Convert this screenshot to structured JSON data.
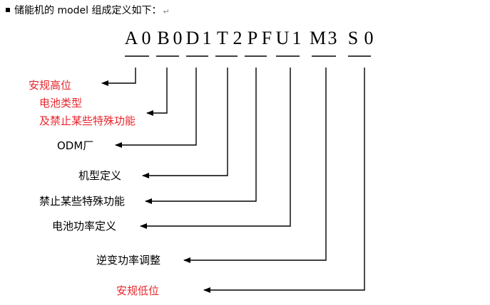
{
  "header": {
    "text": "储能机的 model 组成定义如下：",
    "paragraph_mark": "↵"
  },
  "model_code": [
    "A",
    "0",
    "B",
    "0",
    "D",
    "1",
    "T",
    "2",
    "P",
    "F",
    "U",
    "1",
    "M",
    "3",
    "S",
    "0"
  ],
  "labels": {
    "safety_high": "安规高位",
    "battery_type": "电池类型",
    "special_functions_1": "及禁止某些特殊功能",
    "odm": "ODM厂",
    "model_definition": "机型定义",
    "special_functions_2": "禁止某些特殊功能",
    "battery_power": "电池功率定义",
    "inverter_power": "逆变功率调整",
    "safety_low": "安规低位"
  },
  "colors": {
    "highlight": "#e8262c",
    "normal": "#000000"
  }
}
